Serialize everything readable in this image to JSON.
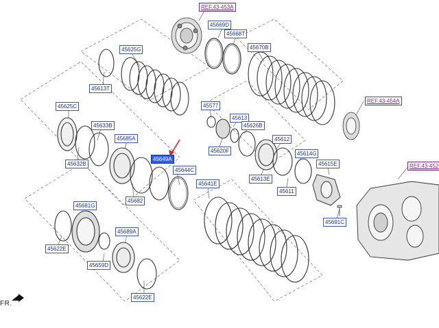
{
  "labels": {
    "r_43_453a": "REF.43-453A",
    "p_45669d": "45669D",
    "p_45668t": "45668T",
    "p_45670b": "45670B",
    "p_45625g": "45625G",
    "p_45613t": "45613T",
    "p_45625c": "45625C",
    "p_45633b": "45633B",
    "p_45685a": "45685A",
    "p_45632b": "45632B",
    "p_45682": "45682",
    "p_45649a": "45649A",
    "p_45644c": "45644C",
    "p_45577": "45577",
    "p_45613": "45613",
    "p_45626b": "45626B",
    "p_45620f": "45620F",
    "p_45612": "45612",
    "p_45614g": "45614G",
    "p_45613e": "45613E",
    "p_45611": "45611",
    "p_45615e": "45615E",
    "r_43_454a": "REF.43-454A",
    "r_43_452": "REF.43-452",
    "p_45641e": "45641E",
    "p_45681g": "45681G",
    "p_45622e_left": "45622E",
    "p_45689a": "45689A",
    "p_45659d": "45659D",
    "p_45622e_bottom": "45622E",
    "p_45691c": "45691C"
  },
  "direction_text": "FR.",
  "colors": {
    "label_border": "#3a55b5",
    "label_text": "#1f2f8a",
    "highlight_fill": "#2f5cf0",
    "ref_color": "#7a2a7a",
    "pointer_arrow": "#e0202a",
    "drawing_line": "#333333"
  }
}
